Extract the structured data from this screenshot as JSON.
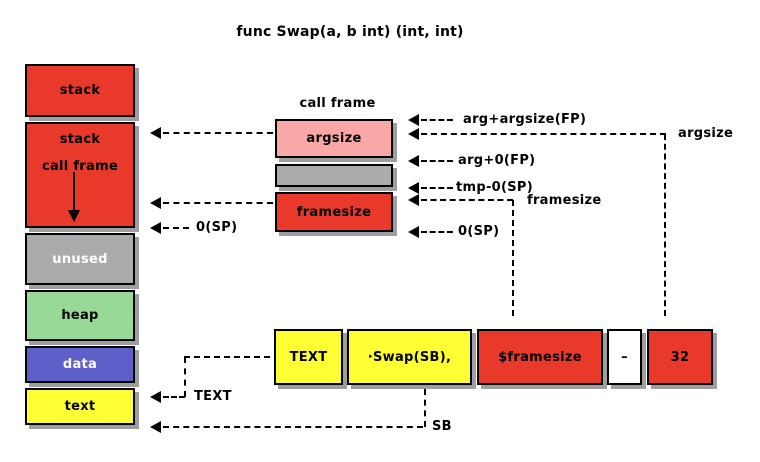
{
  "title": "func Swap(a, b int) (int, int)",
  "colors": {
    "red": "#e8392b",
    "pink": "#f9a7a7",
    "gray": "#ababab",
    "green": "#98d998",
    "blue": "#5f5fc9",
    "yellow": "#ffff33",
    "white": "#ffffff"
  },
  "memory_map": {
    "boxes": [
      {
        "label": "stack"
      },
      {
        "label": "stack",
        "sublabel": "call frame"
      },
      {
        "label": "unused"
      },
      {
        "label": "heap"
      },
      {
        "label": "data"
      },
      {
        "label": "text"
      }
    ]
  },
  "call_frame": {
    "title": "call frame",
    "slots": [
      {
        "label": "argsize"
      },
      {
        "label": ""
      },
      {
        "label": "framesize"
      }
    ]
  },
  "pointer_labels": {
    "arg_plus_argsize_fp": "arg+argsize(FP)",
    "argsize": "argsize",
    "arg_plus_0_fp": "arg+0(FP)",
    "tmp_minus_0_sp": "tmp-0(SP)",
    "framesize": "framesize",
    "zero_sp_right": "0(SP)",
    "zero_sp_left": "0(SP)",
    "text": "TEXT",
    "sb": "SB"
  },
  "text_directive": {
    "cells": [
      {
        "label": "TEXT"
      },
      {
        "label": "·Swap(SB),"
      },
      {
        "label": "$framesize"
      },
      {
        "label": "–"
      },
      {
        "label": "32"
      }
    ]
  }
}
